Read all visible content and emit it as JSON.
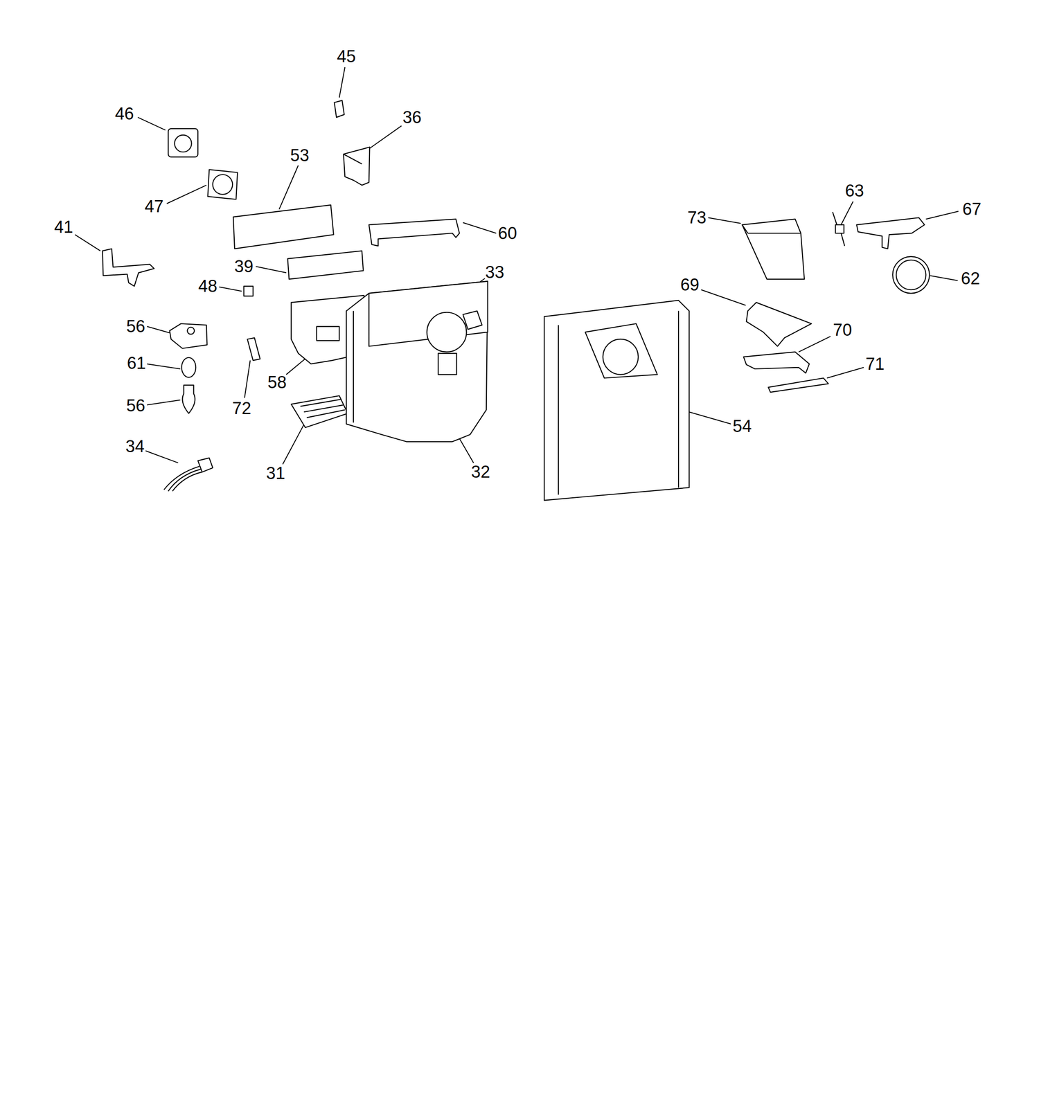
{
  "diagram": {
    "labels": [
      "45",
      "46",
      "36",
      "53",
      "63",
      "67",
      "73",
      "47",
      "60",
      "41",
      "62",
      "39",
      "33",
      "69",
      "48",
      "56",
      "70",
      "71",
      "61",
      "58",
      "72",
      "56",
      "54",
      "34",
      "31",
      "32"
    ]
  }
}
